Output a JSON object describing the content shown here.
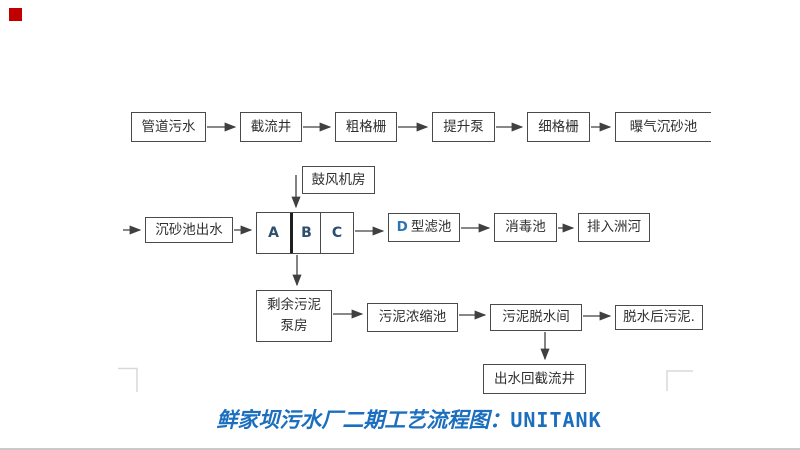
{
  "flow": {
    "row1": {
      "pipe_sewage": "管道污水",
      "intercept_well": "截流井",
      "coarse_screen": "粗格栅",
      "lift_pump": "提升泵",
      "fine_screen": "细格栅",
      "aerated_grit_tank": "曝气沉砂池"
    },
    "row2": {
      "blower_room": "鼓风机房",
      "grit_tank_outflow": "沉砂池出水",
      "unitank_cell_a": "A",
      "unitank_cell_b": "B",
      "unitank_cell_c": "C",
      "d_filter_letter": "D",
      "d_filter_rest": "型滤池",
      "disinfection_tank": "消毒池",
      "discharge_river": "排入洲河"
    },
    "row3": {
      "surplus_sludge_line1": "剩余污泥",
      "surplus_sludge_line2": "泵房",
      "sludge_thickener": "污泥浓缩池",
      "sludge_dewatering_room": "污泥脱水间",
      "dewatered_sludge": "脱水后污泥.",
      "outflow_return_well": "出水回截流井"
    }
  },
  "title": {
    "cn": "鲜家坝污水厂二期工艺流程图：",
    "en": "UNITANK"
  },
  "colors": {
    "marker_red": "#c00000",
    "title_blue": "#1b6fbe",
    "cell_letter_blue": "#2e4e6e",
    "d_letter_blue": "#2e74b5",
    "box_border_gray": "#4a4a4a",
    "arrow_gray": "#404040",
    "corner_mark_gray": "#d9d9d9"
  }
}
